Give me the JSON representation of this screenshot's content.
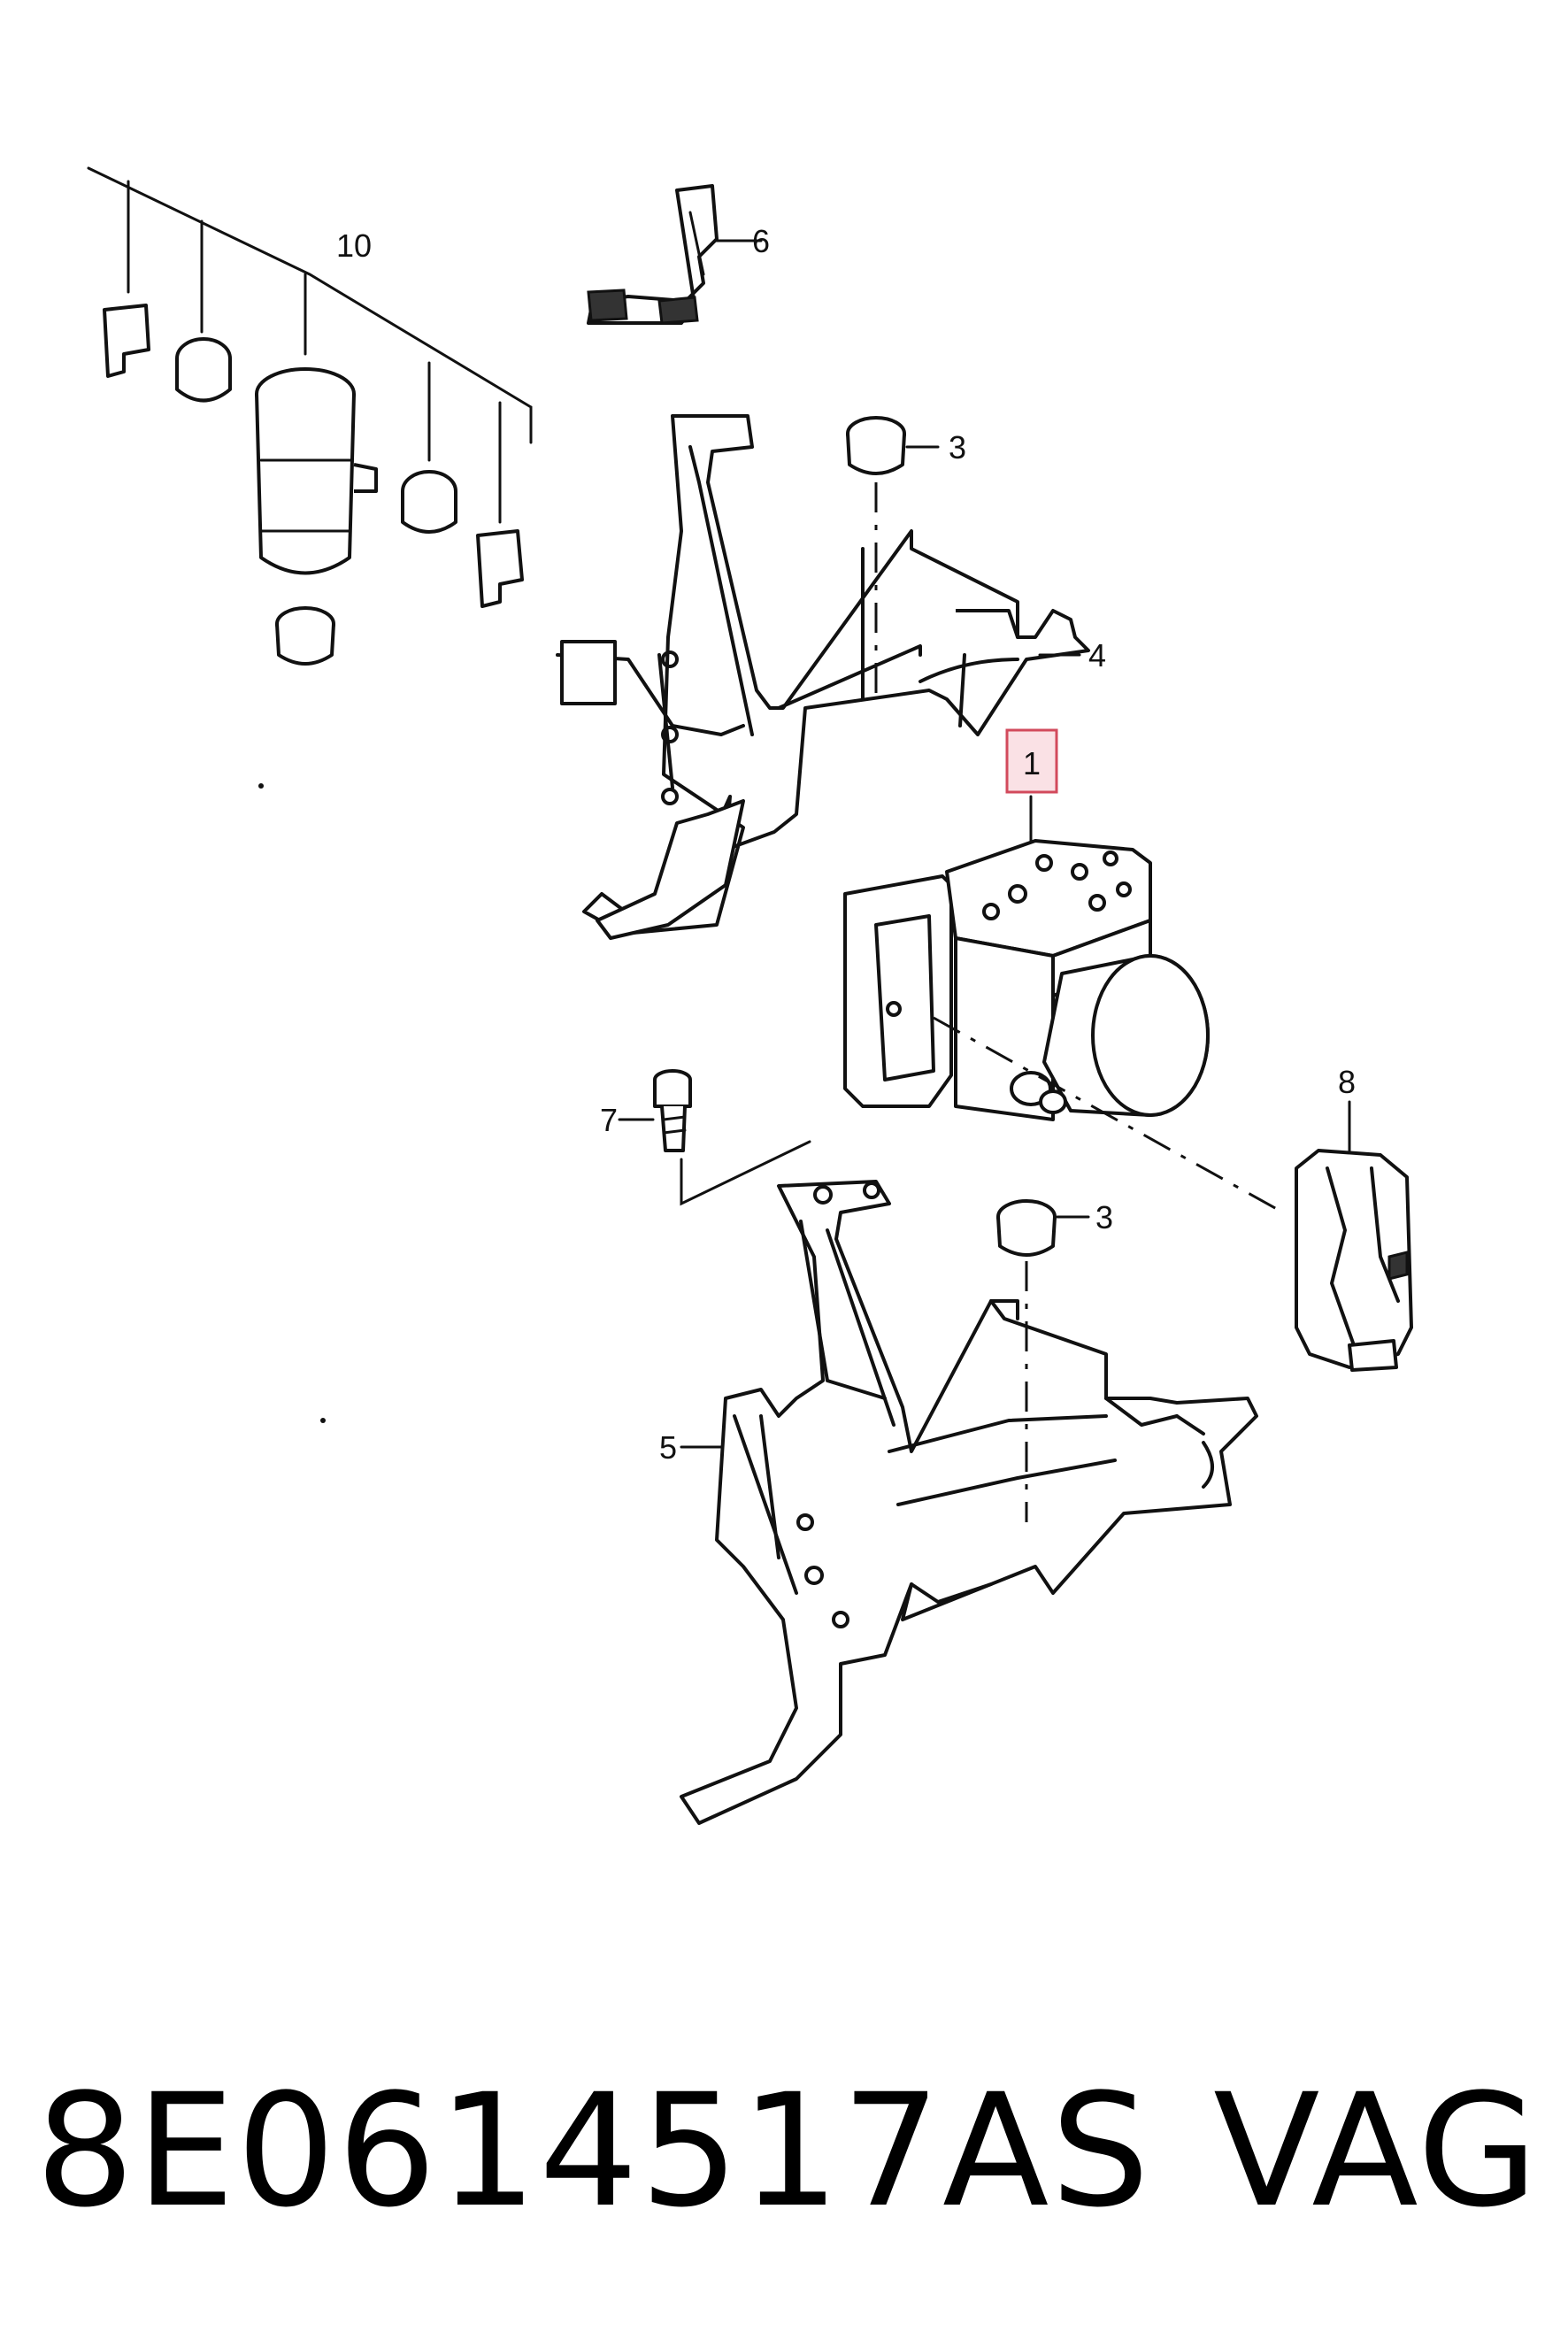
{
  "diagram": {
    "callouts": [
      {
        "id": "1",
        "label": "1",
        "highlighted": true
      },
      {
        "id": "3a",
        "label": "3"
      },
      {
        "id": "3b",
        "label": "3"
      },
      {
        "id": "4",
        "label": "4"
      },
      {
        "id": "5",
        "label": "5"
      },
      {
        "id": "6",
        "label": "6"
      },
      {
        "id": "7",
        "label": "7"
      },
      {
        "id": "8",
        "label": "8"
      },
      {
        "id": "10",
        "label": "10"
      }
    ],
    "highlight_color": "#f6c9cf"
  },
  "caption": {
    "part_number": "8E0614517AS",
    "brand": "VAG"
  }
}
